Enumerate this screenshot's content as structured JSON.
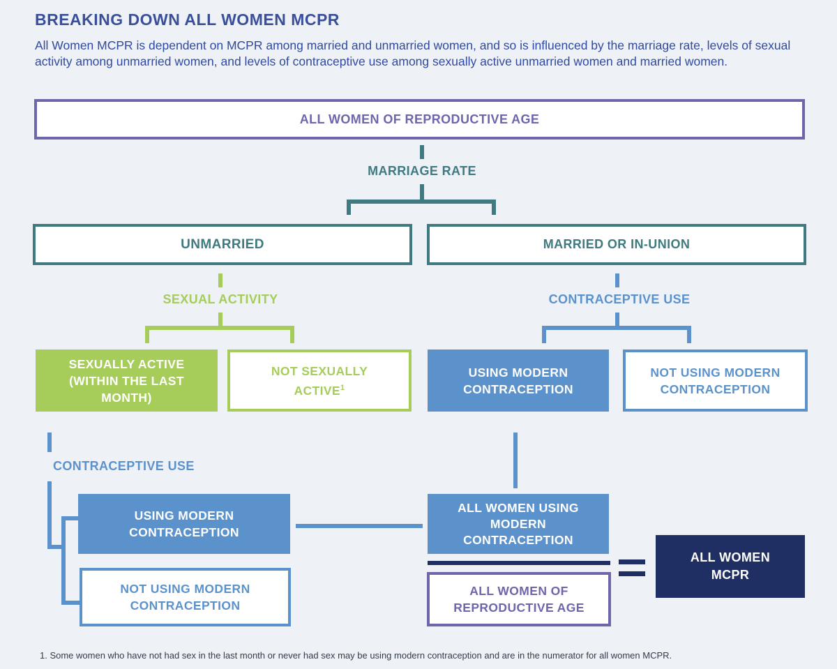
{
  "header": {
    "title": "BREAKING DOWN ALL WOMEN MCPR",
    "intro": "All Women MCPR is dependent on MCPR among married and unmarried women, and so is influenced by the marriage rate, levels of sexual activity among unmarried women, and levels of contraceptive use among sexually active unmarried women and married women."
  },
  "diagram": {
    "root": "ALL WOMEN OF REPRODUCTIVE AGE",
    "marriage_rate": "MARRIAGE RATE",
    "unmarried": "UNMARRIED",
    "married": "MARRIED OR IN-UNION",
    "sexual_activity": "SEXUAL ACTIVITY",
    "contraceptive_use_married": "CONTRACEPTIVE USE",
    "sexually_active": "SEXUALLY ACTIVE (WITHIN THE LAST MONTH)",
    "not_sexually_active": "NOT SEXUALLY ACTIVE",
    "not_sexually_active_note": "1",
    "married_using": "USING MODERN CONTRACEPTION",
    "married_not_using": "NOT USING MODERN CONTRACEPTION",
    "contraceptive_use_unmarried": "CONTRACEPTIVE USE",
    "unmarried_using": "USING MODERN CONTRACEPTION",
    "unmarried_not_using": "NOT USING MODERN CONTRACEPTION",
    "numerator": "ALL WOMEN USING MODERN CONTRACEPTION",
    "denominator": "ALL WOMEN OF REPRODUCTIVE AGE",
    "equals": "=",
    "result": "ALL WOMEN MCPR"
  },
  "footnote": "1. Some women who have not had sex in the last month or never had sex may be using modern contraception and are in the numerator for all women MCPR.",
  "colors": {
    "background": "#eef1f6",
    "purple": "#6e66ab",
    "teal": "#3f7a80",
    "green": "#a6cc5a",
    "blue": "#5b92cc",
    "navy": "#1f2f63"
  }
}
